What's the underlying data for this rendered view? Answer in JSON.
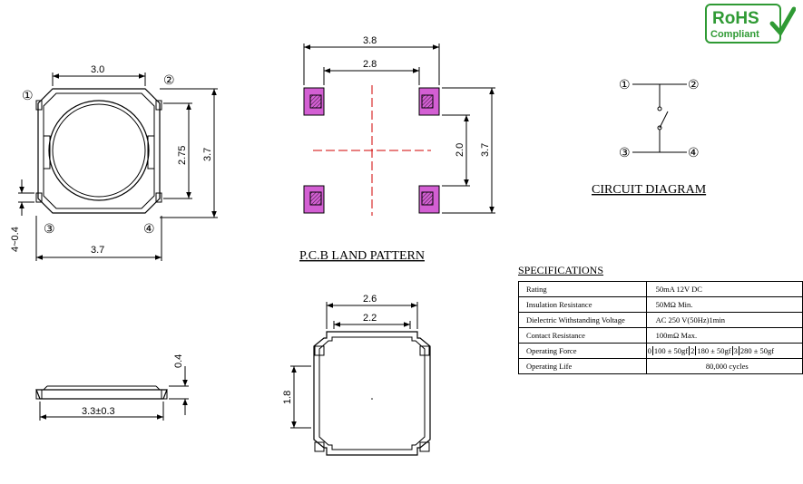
{
  "badge": {
    "line1": "RoHS",
    "line2": "Compliant",
    "color": "#2f9a34"
  },
  "top_view": {
    "pin1": "①",
    "pin2": "②",
    "pin3": "③",
    "pin4": "④",
    "dim_top": "3.0",
    "dim_bottom": "3.7",
    "dim_right_inner": "2.75",
    "dim_right_outer": "3.7",
    "dim_left": "4~0.4"
  },
  "side_view": {
    "dim_width": "3.3±0.3",
    "dim_height": "0.4"
  },
  "land_pattern": {
    "title": "P.C.B LAND PATTERN",
    "dim_outer_w": "3.8",
    "dim_inner_w": "2.8",
    "dim_inner_h": "2.0",
    "dim_outer_h": "3.7",
    "pad_color": "#d35fd3"
  },
  "bottom_view": {
    "dim_outer_w": "2.6",
    "dim_inner_w": "2.2",
    "dim_h": "1.8"
  },
  "circuit": {
    "title": "CIRCUIT DIAGRAM",
    "pin1": "①",
    "pin2": "②",
    "pin3": "③",
    "pin4": "④"
  },
  "specifications": {
    "title": "SPECIFICATIONS",
    "rows": [
      {
        "label": "Rating",
        "value": "50mA 12V DC"
      },
      {
        "label": "Insulation Resistance",
        "value": "50MΩ Min."
      },
      {
        "label": "Dielectric Withstanding Voltage",
        "value": "AC 250 V(50Hz)1min"
      },
      {
        "label": "Contact Resistance",
        "value": "100mΩ Max."
      },
      {
        "label": "Operating Force",
        "forces": [
          {
            "n": "0",
            "v": "100 ± 50gf"
          },
          {
            "n": "2",
            "v": "180 ± 50gf"
          },
          {
            "n": "3",
            "v": "280 ± 50gf"
          }
        ]
      },
      {
        "label": "Operating Life",
        "value": "80,000 cycles"
      }
    ]
  }
}
